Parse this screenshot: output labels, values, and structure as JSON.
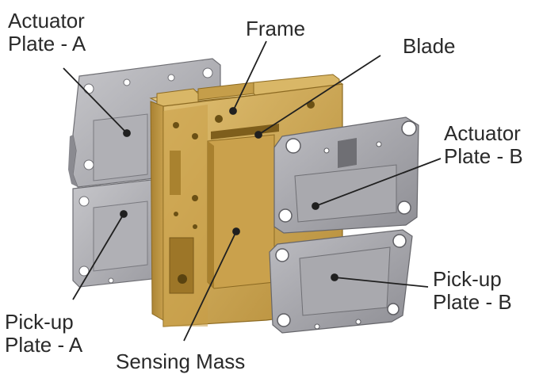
{
  "diagram": {
    "labels": {
      "actuator_a": [
        "Actuator",
        "Plate - A"
      ],
      "frame": "Frame",
      "blade": "Blade",
      "actuator_b": [
        "Actuator",
        "Plate - B"
      ],
      "pickup_a": [
        "Pick-up",
        "Plate - A"
      ],
      "sensing_mass": "Sensing Mass",
      "pickup_b": [
        "Pick-up",
        "Plate - B"
      ]
    },
    "colors": {
      "brass": "#c9a24a",
      "brass_dark": "#9c7a2c",
      "brass_light": "#e2c47a",
      "plate": "#a4a4a8",
      "plate_dark": "#7f7f84",
      "plate_light": "#c4c4c8",
      "leader": "#202020",
      "text": "#2a2a2a"
    }
  }
}
